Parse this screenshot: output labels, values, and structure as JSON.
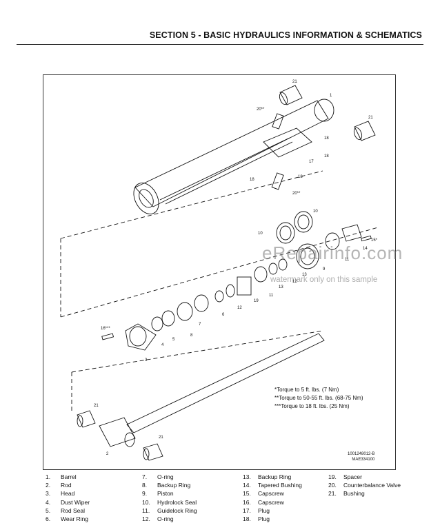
{
  "header": {
    "title": "SECTION 5 - BASIC HYDRAULICS INFORMATION & SCHEMATICS"
  },
  "diagram": {
    "callouts": [
      "21",
      "1",
      "20**",
      "21",
      "18",
      "18",
      "17",
      "18",
      "18",
      "20**",
      "10",
      "10",
      "15*",
      "14",
      "9",
      "11",
      "13",
      "12",
      "11",
      "13",
      "19",
      "12",
      "6",
      "7",
      "8",
      "5",
      "4",
      "16***",
      "3",
      "21",
      "2",
      "21"
    ],
    "torque_notes": [
      "*Torque to 5 ft. lbs. (7 Nm)",
      "**Torque to 50-55 ft. lbs. (68-75 Nm)",
      "***Torque to 18 ft. lbs. (25 Nm)"
    ],
    "part_codes": [
      "1001248012-B",
      "MAE334100"
    ]
  },
  "watermark": {
    "brand": "eRepairinfo.com",
    "note": "watermark only on this sample"
  },
  "legend": {
    "columns": [
      [
        {
          "num": "1.",
          "label": "Barrel"
        },
        {
          "num": "2.",
          "label": "Rod"
        },
        {
          "num": "3.",
          "label": "Head"
        },
        {
          "num": "4.",
          "label": "Dust Wiper"
        },
        {
          "num": "5.",
          "label": "Rod Seal"
        },
        {
          "num": "6.",
          "label": "Wear Ring"
        }
      ],
      [
        {
          "num": "7.",
          "label": "O-ring"
        },
        {
          "num": "8.",
          "label": "Backup Ring"
        },
        {
          "num": "9.",
          "label": "Piston"
        },
        {
          "num": "10.",
          "label": "Hydrolock Seal"
        },
        {
          "num": "11.",
          "label": "Guidelock Ring"
        },
        {
          "num": "12.",
          "label": "O-ring"
        }
      ],
      [
        {
          "num": "13.",
          "label": "Backup Ring"
        },
        {
          "num": "14.",
          "label": "Tapered Bushing"
        },
        {
          "num": "15.",
          "label": "Capscrew"
        },
        {
          "num": "16.",
          "label": "Capscrew"
        },
        {
          "num": "17.",
          "label": "Plug"
        },
        {
          "num": "18.",
          "label": "Plug"
        }
      ],
      [
        {
          "num": "19.",
          "label": "Spacer"
        },
        {
          "num": "20.",
          "label": "Counterbalance Valve"
        },
        {
          "num": "21.",
          "label": "Bushing"
        }
      ]
    ]
  }
}
